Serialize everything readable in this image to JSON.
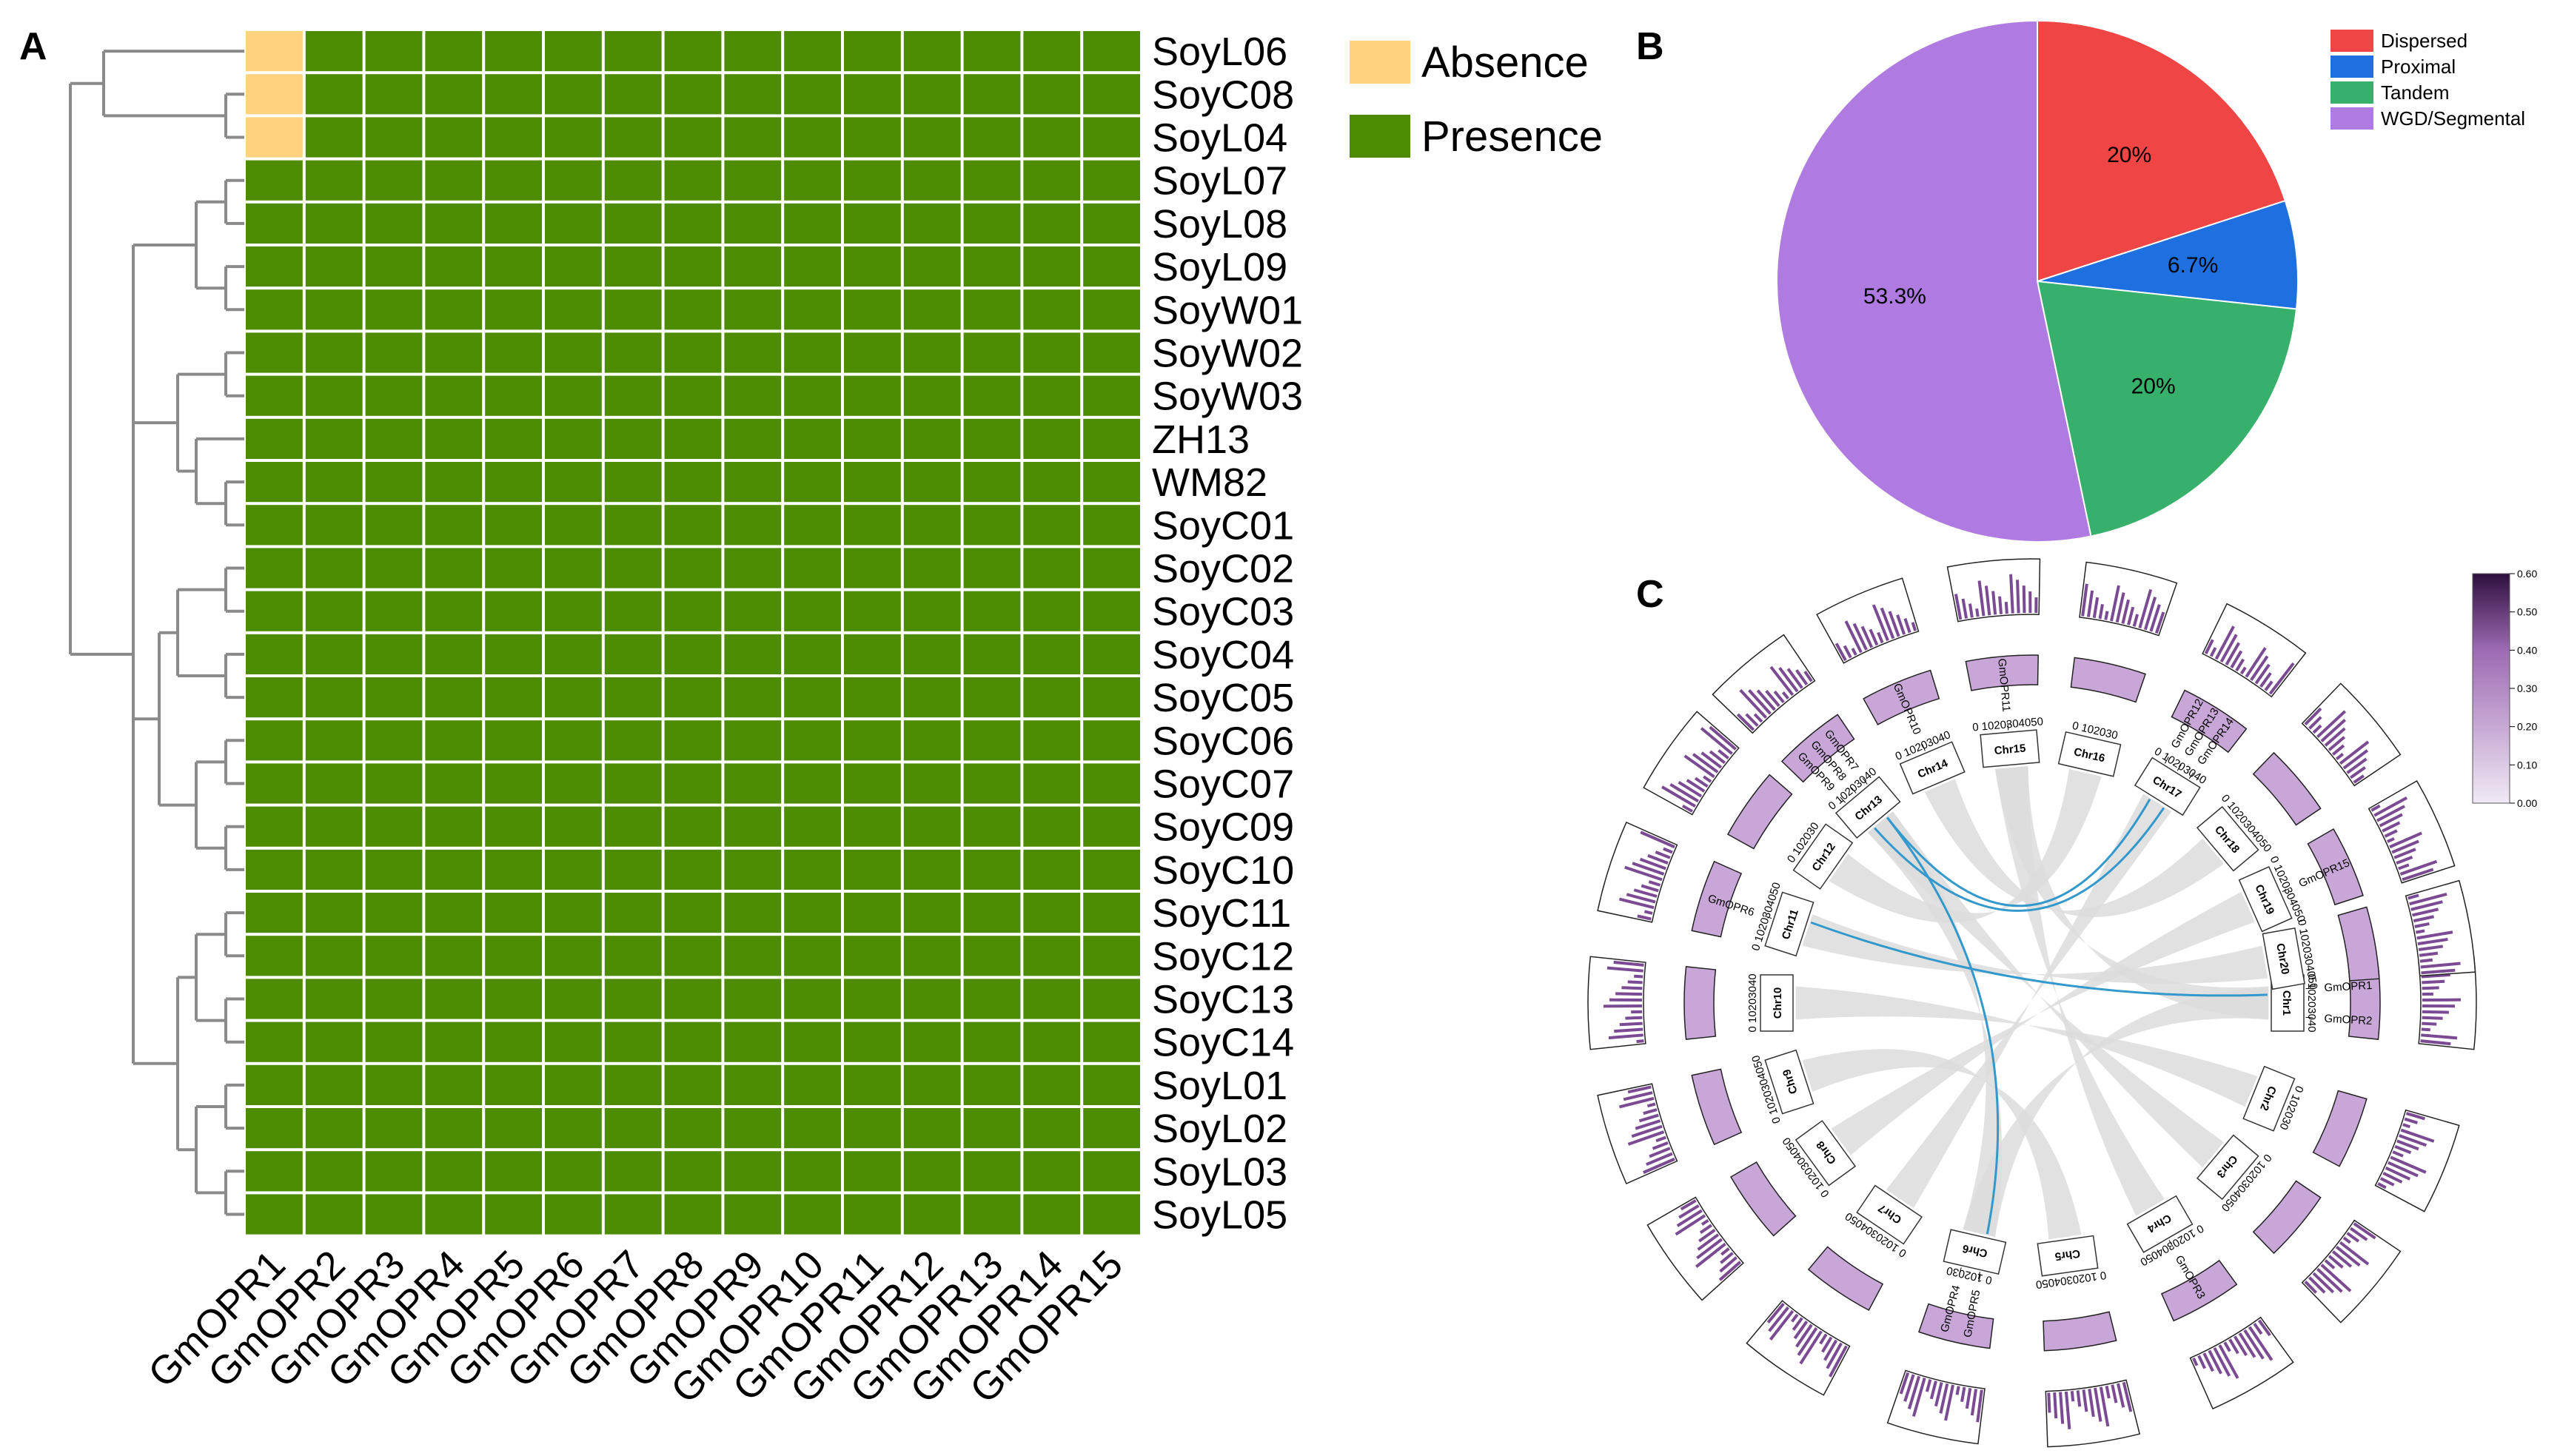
{
  "panels": {
    "a": "A",
    "b": "B",
    "c": "C"
  },
  "colors": {
    "absence": "#FFD27F",
    "presence": "#4D8C00",
    "dendrogram": "#8a8a8a",
    "dispersed": "#F04545",
    "proximal": "#1E6FDF",
    "tandem": "#36B06A",
    "wgd": "#B07BE0",
    "link": "#3399CC",
    "ribbon": "#DCDCDC",
    "density_low": "#F0EAF5",
    "density_high": "#2E0F3D"
  },
  "chart_data": [
    {
      "type": "heatmap",
      "rows": [
        "SoyL06",
        "SoyC08",
        "SoyL04",
        "SoyL07",
        "SoyL08",
        "SoyL09",
        "SoyW01",
        "SoyW02",
        "SoyW03",
        "ZH13",
        "WM82",
        "SoyC01",
        "SoyC02",
        "SoyC03",
        "SoyC04",
        "SoyC05",
        "SoyC06",
        "SoyC07",
        "SoyC09",
        "SoyC10",
        "SoyC11",
        "SoyC12",
        "SoyC13",
        "SoyC14",
        "SoyL01",
        "SoyL02",
        "SoyL03",
        "SoyL05"
      ],
      "columns": [
        "GmOPR1",
        "GmOPR2",
        "GmOPR3",
        "GmOPR4",
        "GmOPR5",
        "GmOPR6",
        "GmOPR7",
        "GmOPR8",
        "GmOPR9",
        "GmOPR10",
        "GmOPR11",
        "GmOPR12",
        "GmOPR13",
        "GmOPR14",
        "GmOPR15"
      ],
      "absent_cells": [
        [
          "SoyL06",
          "GmOPR1"
        ],
        [
          "SoyC08",
          "GmOPR1"
        ],
        [
          "SoyL04",
          "GmOPR1"
        ]
      ],
      "legend": [
        "Absence",
        "Presence"
      ],
      "legend_placement": "right",
      "dendrogram": "rows"
    },
    {
      "type": "pie",
      "labels": [
        "Dispersed",
        "Proximal",
        "Tandem",
        "WGD/Segmental"
      ],
      "values": [
        20,
        6.7,
        20,
        53.3
      ],
      "value_labels": [
        "20%",
        "6.7%",
        "20%",
        "53.3%"
      ],
      "legend_placement": "top-right"
    },
    {
      "type": "circos",
      "chromosomes": [
        "Chr1",
        "Chr2",
        "Chr3",
        "Chr4",
        "Chr5",
        "Chr6",
        "Chr7",
        "Chr8",
        "Chr9",
        "Chr10",
        "Chr11",
        "Chr12",
        "Chr13",
        "Chr14",
        "Chr15",
        "Chr16",
        "Chr17",
        "Chr18",
        "Chr19",
        "Chr20"
      ],
      "scale_labels": [
        "0 10203040",
        "0 102030",
        "0 1020304050",
        "0 1020304050",
        "0 1020304050",
        "0 102030",
        "0 1020304050",
        "0 1020304050",
        "0 1020304050",
        "0 10203040",
        "0 1020304050",
        "0 102030",
        "0 10203040",
        "0 10203040",
        "0 1020304050",
        "0 102030",
        "0 10203040",
        "0 1020304050",
        "0 1020304050",
        "0 1020304050"
      ],
      "genes": [
        {
          "name": "GmOPR1",
          "chr": "Chr1"
        },
        {
          "name": "GmOPR2",
          "chr": "Chr1"
        },
        {
          "name": "GmOPR3",
          "chr": "Chr4"
        },
        {
          "name": "GmOPR4",
          "chr": "Chr6"
        },
        {
          "name": "GmOPR5",
          "chr": "Chr6"
        },
        {
          "name": "GmOPR6",
          "chr": "Chr11"
        },
        {
          "name": "GmOPR7",
          "chr": "Chr13"
        },
        {
          "name": "GmOPR8",
          "chr": "Chr13"
        },
        {
          "name": "GmOPR9",
          "chr": "Chr13"
        },
        {
          "name": "GmOPR10",
          "chr": "Chr14"
        },
        {
          "name": "GmOPR11",
          "chr": "Chr15"
        },
        {
          "name": "GmOPR12",
          "chr": "Chr17"
        },
        {
          "name": "GmOPR13",
          "chr": "Chr17"
        },
        {
          "name": "GmOPR14",
          "chr": "Chr17"
        },
        {
          "name": "GmOPR15",
          "chr": "Chr19"
        }
      ],
      "links": [
        [
          "Chr11",
          "Chr1"
        ],
        [
          "Chr13",
          "Chr6"
        ],
        [
          "Chr13",
          "Chr17"
        ],
        [
          "Chr17",
          "Chr13"
        ]
      ],
      "colorbar": {
        "min": 0.0,
        "max": 0.6,
        "ticks": [
          "0.00",
          "0.10",
          "0.20",
          "0.30",
          "0.40",
          "0.50",
          "0.60"
        ]
      }
    }
  ]
}
